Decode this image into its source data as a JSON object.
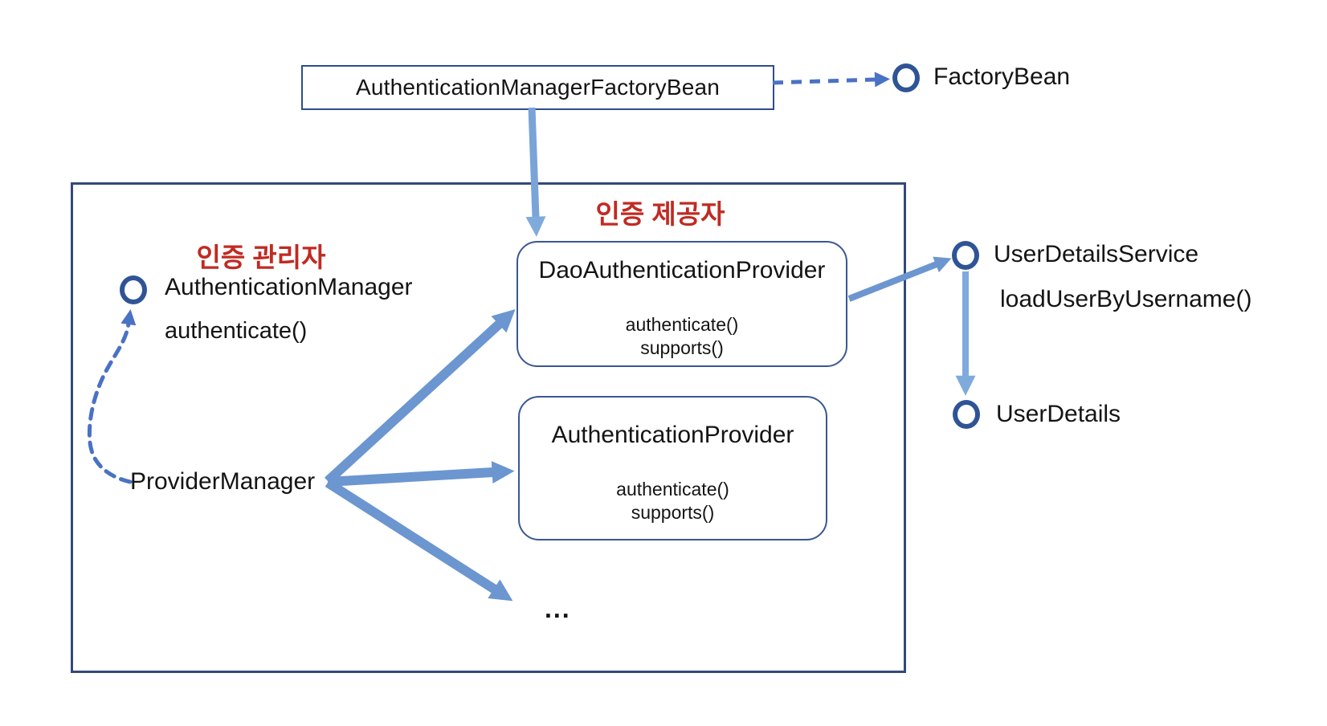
{
  "palette": {
    "arrow_mid_blue": "#6C96D0",
    "arrow_light_blue": "#7FAADC",
    "arrow_dashed_blue": "#4A72C4",
    "circle_stroke": "#2F5496",
    "box_border": "#3A5795",
    "outer_border": "#33497B",
    "korean_label_red": "#C02B23"
  },
  "factory": {
    "box_label": "AuthenticationManagerFactoryBean",
    "bean_label": "FactoryBean"
  },
  "auth_manager_section": {
    "group_label_ko": "인증 관리자",
    "interface_name": "AuthenticationManager",
    "interface_method": "authenticate()",
    "implementation_label": "ProviderManager"
  },
  "provider_section": {
    "group_label_ko": "인증 제공자",
    "dao_provider": {
      "name": "DaoAuthenticationProvider",
      "methods": [
        "authenticate()",
        "supports()"
      ]
    },
    "generic_provider": {
      "name": "AuthenticationProvider",
      "methods": [
        "authenticate()",
        "supports()"
      ]
    },
    "more_providers_label": "..."
  },
  "user_details_section": {
    "service_name": "UserDetailsService",
    "service_method": "loadUserByUsername()",
    "details_name": "UserDetails"
  }
}
